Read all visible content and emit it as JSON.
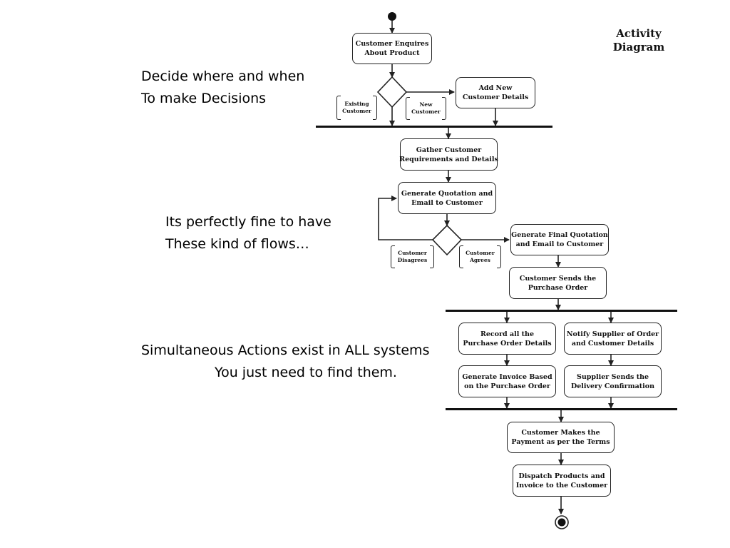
{
  "title": "Activity\nDiagram",
  "notes": {
    "decisions": "Decide where and when\nTo make Decisions",
    "flows": "Its perfectly fine to have\nThese kind of flows…",
    "simultaneous_line1": "Simultaneous Actions exist in ALL systems",
    "simultaneous_line2": "You just need to find them."
  },
  "activities": {
    "enquire": "Customer Enquires\nAbout Product",
    "add_new": "Add New\nCustomer Details",
    "gather": "Gather Customer\nRequirements and Details",
    "quotation": "Generate Quotation and\nEmail to Customer",
    "final_quotation": "Generate Final Quotation\nand Email to Customer",
    "purchase_order": "Customer Sends the\nPurchase Order",
    "record": "Record all the\nPurchase Order Details",
    "notify": "Notify Supplier of Order\nand Customer Details",
    "invoice": "Generate Invoice Based\non the Purchase Order",
    "delivery": "Supplier Sends the\nDelivery Confirmation",
    "payment": "Customer Makes the\nPayment as per the Terms",
    "dispatch": "Dispatch Products and\nInvoice to the Customer"
  },
  "guards": {
    "existing": "Existing\nCustomer",
    "new": "New\nCustomer",
    "disagrees": "Customer\nDisagrees",
    "agrees": "Customer\nAgrees"
  }
}
